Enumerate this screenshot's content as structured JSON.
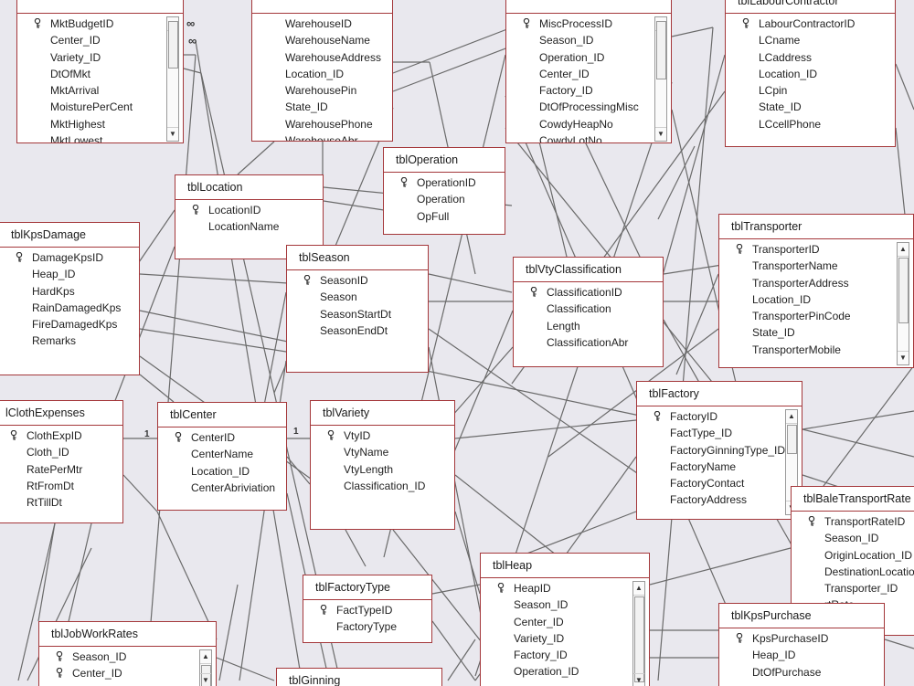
{
  "tables": [
    {
      "id": "mkt",
      "name": "",
      "fields": [
        {
          "name": "MktBudgetID",
          "key": true
        },
        {
          "name": "Center_ID"
        },
        {
          "name": "Variety_ID"
        },
        {
          "name": "DtOfMkt"
        },
        {
          "name": "MktArrival"
        },
        {
          "name": "MoisturePerCent"
        },
        {
          "name": "MktHighest"
        },
        {
          "name": "MktLowest"
        }
      ],
      "scroll": true
    },
    {
      "id": "warehouse",
      "name": "",
      "fields": [
        {
          "name": "WarehouseID"
        },
        {
          "name": "WarehouseName"
        },
        {
          "name": "WarehouseAddress"
        },
        {
          "name": "Location_ID"
        },
        {
          "name": "WarehousePin"
        },
        {
          "name": "State_ID"
        },
        {
          "name": "WarehousePhone"
        },
        {
          "name": "WarehouseAbr"
        }
      ],
      "scroll": false
    },
    {
      "id": "misc",
      "name": "",
      "fields": [
        {
          "name": "MiscProcessID",
          "key": true
        },
        {
          "name": "Season_ID"
        },
        {
          "name": "Operation_ID"
        },
        {
          "name": "Center_ID"
        },
        {
          "name": "Factory_ID"
        },
        {
          "name": "DtOfProcessingMisc"
        },
        {
          "name": "CowdyHeapNo"
        },
        {
          "name": "CowdyLotNo"
        }
      ],
      "scroll": true
    },
    {
      "id": "labour",
      "name": "tblLabourContractor",
      "fields": [
        {
          "name": "LabourContractorID",
          "key": true
        },
        {
          "name": "LCname"
        },
        {
          "name": "LCaddress"
        },
        {
          "name": "Location_ID"
        },
        {
          "name": "LCpin"
        },
        {
          "name": "State_ID"
        },
        {
          "name": "LCcellPhone"
        }
      ],
      "scroll": false
    },
    {
      "id": "location",
      "name": "tblLocation",
      "fields": [
        {
          "name": "LocationID",
          "key": true
        },
        {
          "name": "LocationName"
        }
      ],
      "scroll": false
    },
    {
      "id": "operation",
      "name": "tblOperation",
      "fields": [
        {
          "name": "OperationID",
          "key": true
        },
        {
          "name": "Operation"
        },
        {
          "name": "OpFull"
        }
      ],
      "scroll": false
    },
    {
      "id": "kpsdamage",
      "name": "tblKpsDamage",
      "fields": [
        {
          "name": "DamageKpsID",
          "key": true
        },
        {
          "name": "Heap_ID"
        },
        {
          "name": "HardKps"
        },
        {
          "name": "RainDamagedKps"
        },
        {
          "name": "FireDamagedKps"
        },
        {
          "name": "Remarks"
        }
      ],
      "scroll": false
    },
    {
      "id": "season",
      "name": "tblSeason",
      "fields": [
        {
          "name": "SeasonID",
          "key": true
        },
        {
          "name": "Season"
        },
        {
          "name": "SeasonStartDt"
        },
        {
          "name": "SeasonEndDt"
        }
      ],
      "scroll": false
    },
    {
      "id": "vty",
      "name": "tblVtyClassification",
      "fields": [
        {
          "name": "ClassificationID",
          "key": true
        },
        {
          "name": "Classification"
        },
        {
          "name": "Length"
        },
        {
          "name": "ClassificationAbr"
        }
      ],
      "scroll": false
    },
    {
      "id": "transporter",
      "name": "tblTransporter",
      "fields": [
        {
          "name": "TransporterID",
          "key": true
        },
        {
          "name": "TransporterName"
        },
        {
          "name": "TransporterAddress"
        },
        {
          "name": "Location_ID"
        },
        {
          "name": "TransporterPinCode"
        },
        {
          "name": "State_ID"
        },
        {
          "name": "TransporterMobile"
        }
      ],
      "scroll": true
    },
    {
      "id": "cloth",
      "name": "lClothExpenses",
      "fields": [
        {
          "name": "ClothExpID",
          "key": true
        },
        {
          "name": "Cloth_ID"
        },
        {
          "name": "RatePerMtr"
        },
        {
          "name": "RtFromDt"
        },
        {
          "name": "RtTillDt"
        }
      ],
      "scroll": false
    },
    {
      "id": "center",
      "name": "tblCenter",
      "fields": [
        {
          "name": "CenterID",
          "key": true
        },
        {
          "name": "CenterName"
        },
        {
          "name": "Location_ID"
        },
        {
          "name": "CenterAbriviation"
        }
      ],
      "scroll": false
    },
    {
      "id": "variety",
      "name": "tblVariety",
      "fields": [
        {
          "name": "VtyID",
          "key": true
        },
        {
          "name": "VtyName"
        },
        {
          "name": "VtyLength"
        },
        {
          "name": "Classification_ID"
        }
      ],
      "scroll": false
    },
    {
      "id": "factory",
      "name": "tblFactory",
      "fields": [
        {
          "name": "FactoryID",
          "key": true
        },
        {
          "name": "FactType_ID"
        },
        {
          "name": "FactoryGinningType_ID"
        },
        {
          "name": "FactoryName"
        },
        {
          "name": "FactoryContact"
        },
        {
          "name": "FactoryAddress"
        }
      ],
      "scroll": true
    },
    {
      "id": "bale",
      "name": "tblBaleTransportRate",
      "fields": [
        {
          "name": "TransportRateID",
          "key": true
        },
        {
          "name": "Season_ID"
        },
        {
          "name": "OriginLocation_ID"
        },
        {
          "name": "DestinationLocation"
        },
        {
          "name": "Transporter_ID"
        },
        {
          "name": "rtRate"
        }
      ],
      "scroll": false
    },
    {
      "id": "facttype",
      "name": "tblFactoryType",
      "fields": [
        {
          "name": "FactTypeID",
          "key": true
        },
        {
          "name": "FactoryType"
        }
      ],
      "scroll": false
    },
    {
      "id": "heap",
      "name": "tblHeap",
      "fields": [
        {
          "name": "HeapID",
          "key": true
        },
        {
          "name": "Season_ID"
        },
        {
          "name": "Center_ID"
        },
        {
          "name": "Variety_ID"
        },
        {
          "name": "Factory_ID"
        },
        {
          "name": "Operation_ID"
        }
      ],
      "scroll": true
    },
    {
      "id": "kpspurchase",
      "name": "tblKpsPurchase",
      "fields": [
        {
          "name": "KpsPurchaseID",
          "key": true
        },
        {
          "name": "Heap_ID"
        },
        {
          "name": "DtOfPurchase"
        }
      ],
      "scroll": false
    },
    {
      "id": "jobwork",
      "name": "tblJobWorkRates",
      "fields": [
        {
          "name": "Season_ID",
          "key": true
        },
        {
          "name": "Center_ID",
          "key": true
        }
      ],
      "scroll": true
    },
    {
      "id": "ginning",
      "name": "tblGinning",
      "fields": [],
      "scroll": false
    }
  ],
  "relationship_marks": {
    "one": "1",
    "many": "∞"
  },
  "colors": {
    "border": "#a4373a",
    "canvas": "#e9e8ee",
    "line": "#6a6a6a"
  }
}
